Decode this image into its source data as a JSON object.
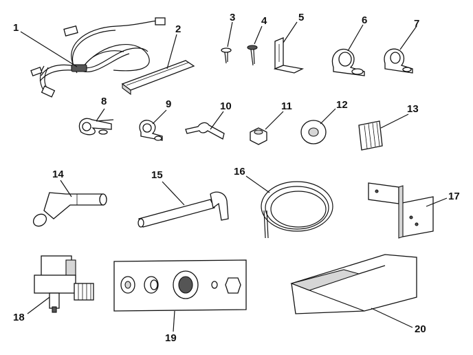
{
  "parts": [
    {
      "id": "part-1",
      "label": "1",
      "icon": "wiring-harness"
    },
    {
      "id": "part-2",
      "label": "2",
      "icon": "channel-strip"
    },
    {
      "id": "part-3",
      "label": "3",
      "icon": "screw"
    },
    {
      "id": "part-4",
      "label": "4",
      "icon": "screw"
    },
    {
      "id": "part-5",
      "label": "5",
      "icon": "bracket"
    },
    {
      "id": "part-6",
      "label": "6",
      "icon": "clamp"
    },
    {
      "id": "part-7",
      "label": "7",
      "icon": "clamp"
    },
    {
      "id": "part-8",
      "label": "8",
      "icon": "clamp"
    },
    {
      "id": "part-9",
      "label": "9",
      "icon": "clamp"
    },
    {
      "id": "part-10",
      "label": "10",
      "icon": "clip"
    },
    {
      "id": "part-11",
      "label": "11",
      "icon": "nut"
    },
    {
      "id": "part-12",
      "label": "12",
      "icon": "grommet"
    },
    {
      "id": "part-13",
      "label": "13",
      "icon": "clip"
    },
    {
      "id": "part-14",
      "label": "14",
      "icon": "elbow-tube"
    },
    {
      "id": "part-15",
      "label": "15",
      "icon": "fill-tube"
    },
    {
      "id": "part-16",
      "label": "16",
      "icon": "tubing-coil"
    },
    {
      "id": "part-17",
      "label": "17",
      "icon": "mounting-bracket"
    },
    {
      "id": "part-18",
      "label": "18",
      "icon": "water-valve"
    },
    {
      "id": "part-19",
      "label": "19",
      "icon": "fitting-kit-card"
    },
    {
      "id": "part-20",
      "label": "20",
      "icon": "ice-bin"
    }
  ]
}
